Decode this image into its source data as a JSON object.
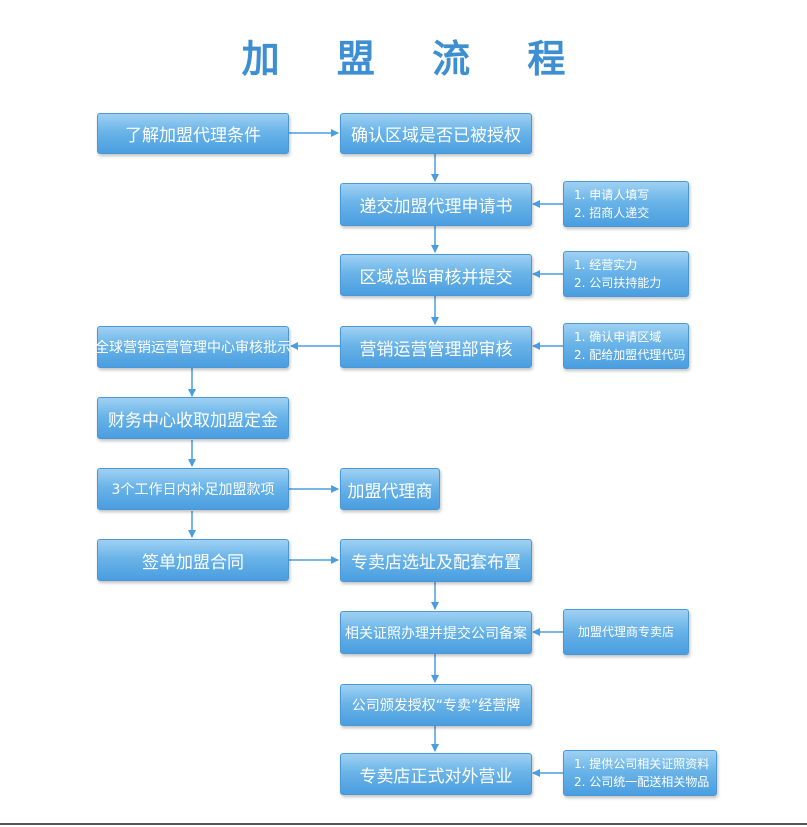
{
  "title": "加 盟 流 程",
  "left": {
    "understand": "了解加盟代理条件",
    "global_approval": "全球营销运营管理中心审核批示",
    "finance": "财务中心收取加盟定金",
    "three_days": "3个工作日内补足加盟款项",
    "sign_contract": "签单加盟合同"
  },
  "center": {
    "confirm_region": "确认区域是否已被授权",
    "submit_application": "递交加盟代理申请书",
    "regional_review": "区域总监审核并提交",
    "marketing_review": "营销运营管理部审核",
    "agent": "加盟代理商",
    "store_site": "专卖店选址及配套布置",
    "certificates": "相关证照办理并提交公司备案",
    "issue_license": "公司颁发授权“专卖”经营牌",
    "opening": "专卖店正式对外营业"
  },
  "right": {
    "application_notes": [
      "1. 申请人填写",
      "2. 招商人递交"
    ],
    "regional_notes": [
      "1. 经营实力",
      "2. 公司扶持能力"
    ],
    "marketing_notes": [
      "1. 确认申请区域",
      "2. 配给加盟代理代码"
    ],
    "cert_note": "加盟代理商专卖店",
    "opening_notes": [
      "1. 提供公司相关证照资料",
      "2. 公司统一配送相关物品"
    ]
  },
  "colors": {
    "title": "#3d8fd1",
    "box_top": "#9fd1f3",
    "box_bottom": "#4a9ee0",
    "arrow": "#4a9ee0"
  }
}
